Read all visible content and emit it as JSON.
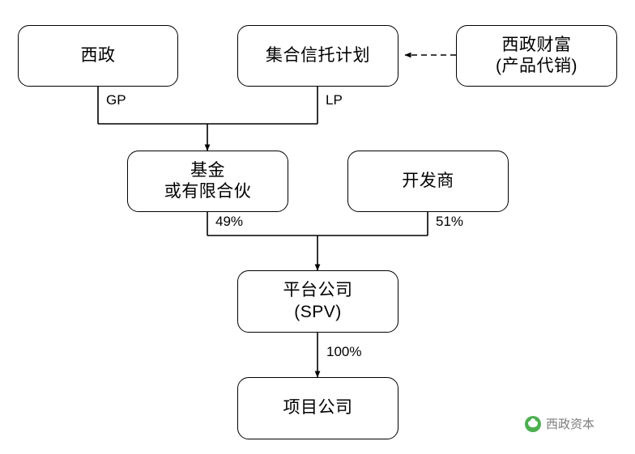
{
  "diagram": {
    "nodes": [
      {
        "id": "xizheng",
        "line1": "西政",
        "line2": ""
      },
      {
        "id": "trust-plan",
        "line1": "集合信托计划",
        "line2": ""
      },
      {
        "id": "xizheng-wealth",
        "line1": "西政财富",
        "line2": "(产品代销)"
      },
      {
        "id": "fund",
        "line1": "基金",
        "line2": "或有限合伙"
      },
      {
        "id": "developer",
        "line1": "开发商",
        "line2": ""
      },
      {
        "id": "platform",
        "line1": "平台公司",
        "line2": "(SPV)"
      },
      {
        "id": "project",
        "line1": "项目公司",
        "line2": ""
      }
    ],
    "edge_labels": [
      {
        "id": "gp",
        "text": "GP"
      },
      {
        "id": "lp",
        "text": "LP"
      },
      {
        "id": "share-49",
        "text": "49%"
      },
      {
        "id": "share-51",
        "text": "51%"
      },
      {
        "id": "share-100",
        "text": "100%"
      }
    ]
  },
  "watermark": {
    "text": "西政资本"
  },
  "colors": {
    "stroke": "#000000",
    "background": "#ffffff",
    "watermark_text": "#7d7d7d",
    "watermark_badge": "#4caf50"
  }
}
